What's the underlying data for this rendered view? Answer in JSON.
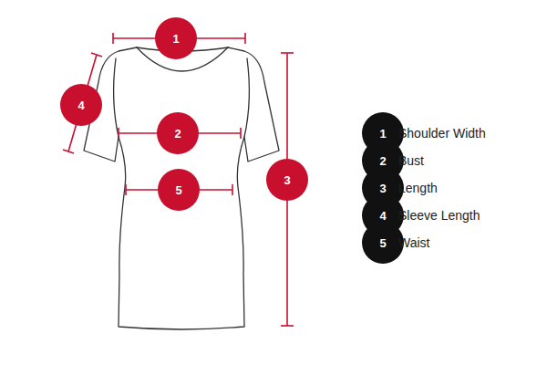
{
  "diagram": {
    "nodes": [
      {
        "text": [
          "1"
        ]
      },
      {
        "text": [
          "2"
        ]
      },
      {
        "text": [
          "3"
        ]
      },
      {
        "text": [
          "4"
        ]
      },
      {
        "text": [
          "5"
        ]
      },
      {
        "text": [
          "1"
        ]
      },
      {
        "text": [
          "2"
        ]
      },
      {
        "text": [
          "3"
        ]
      },
      {
        "text": [
          "4"
        ]
      },
      {
        "text": [
          "5"
        ]
      }
    ],
    "legend": [
      {
        "text": "Shoulder Width"
      },
      {
        "text": "Bust"
      },
      {
        "text": "Length"
      },
      {
        "text": "Sleeve Length"
      },
      {
        "text": "Waist"
      }
    ]
  }
}
